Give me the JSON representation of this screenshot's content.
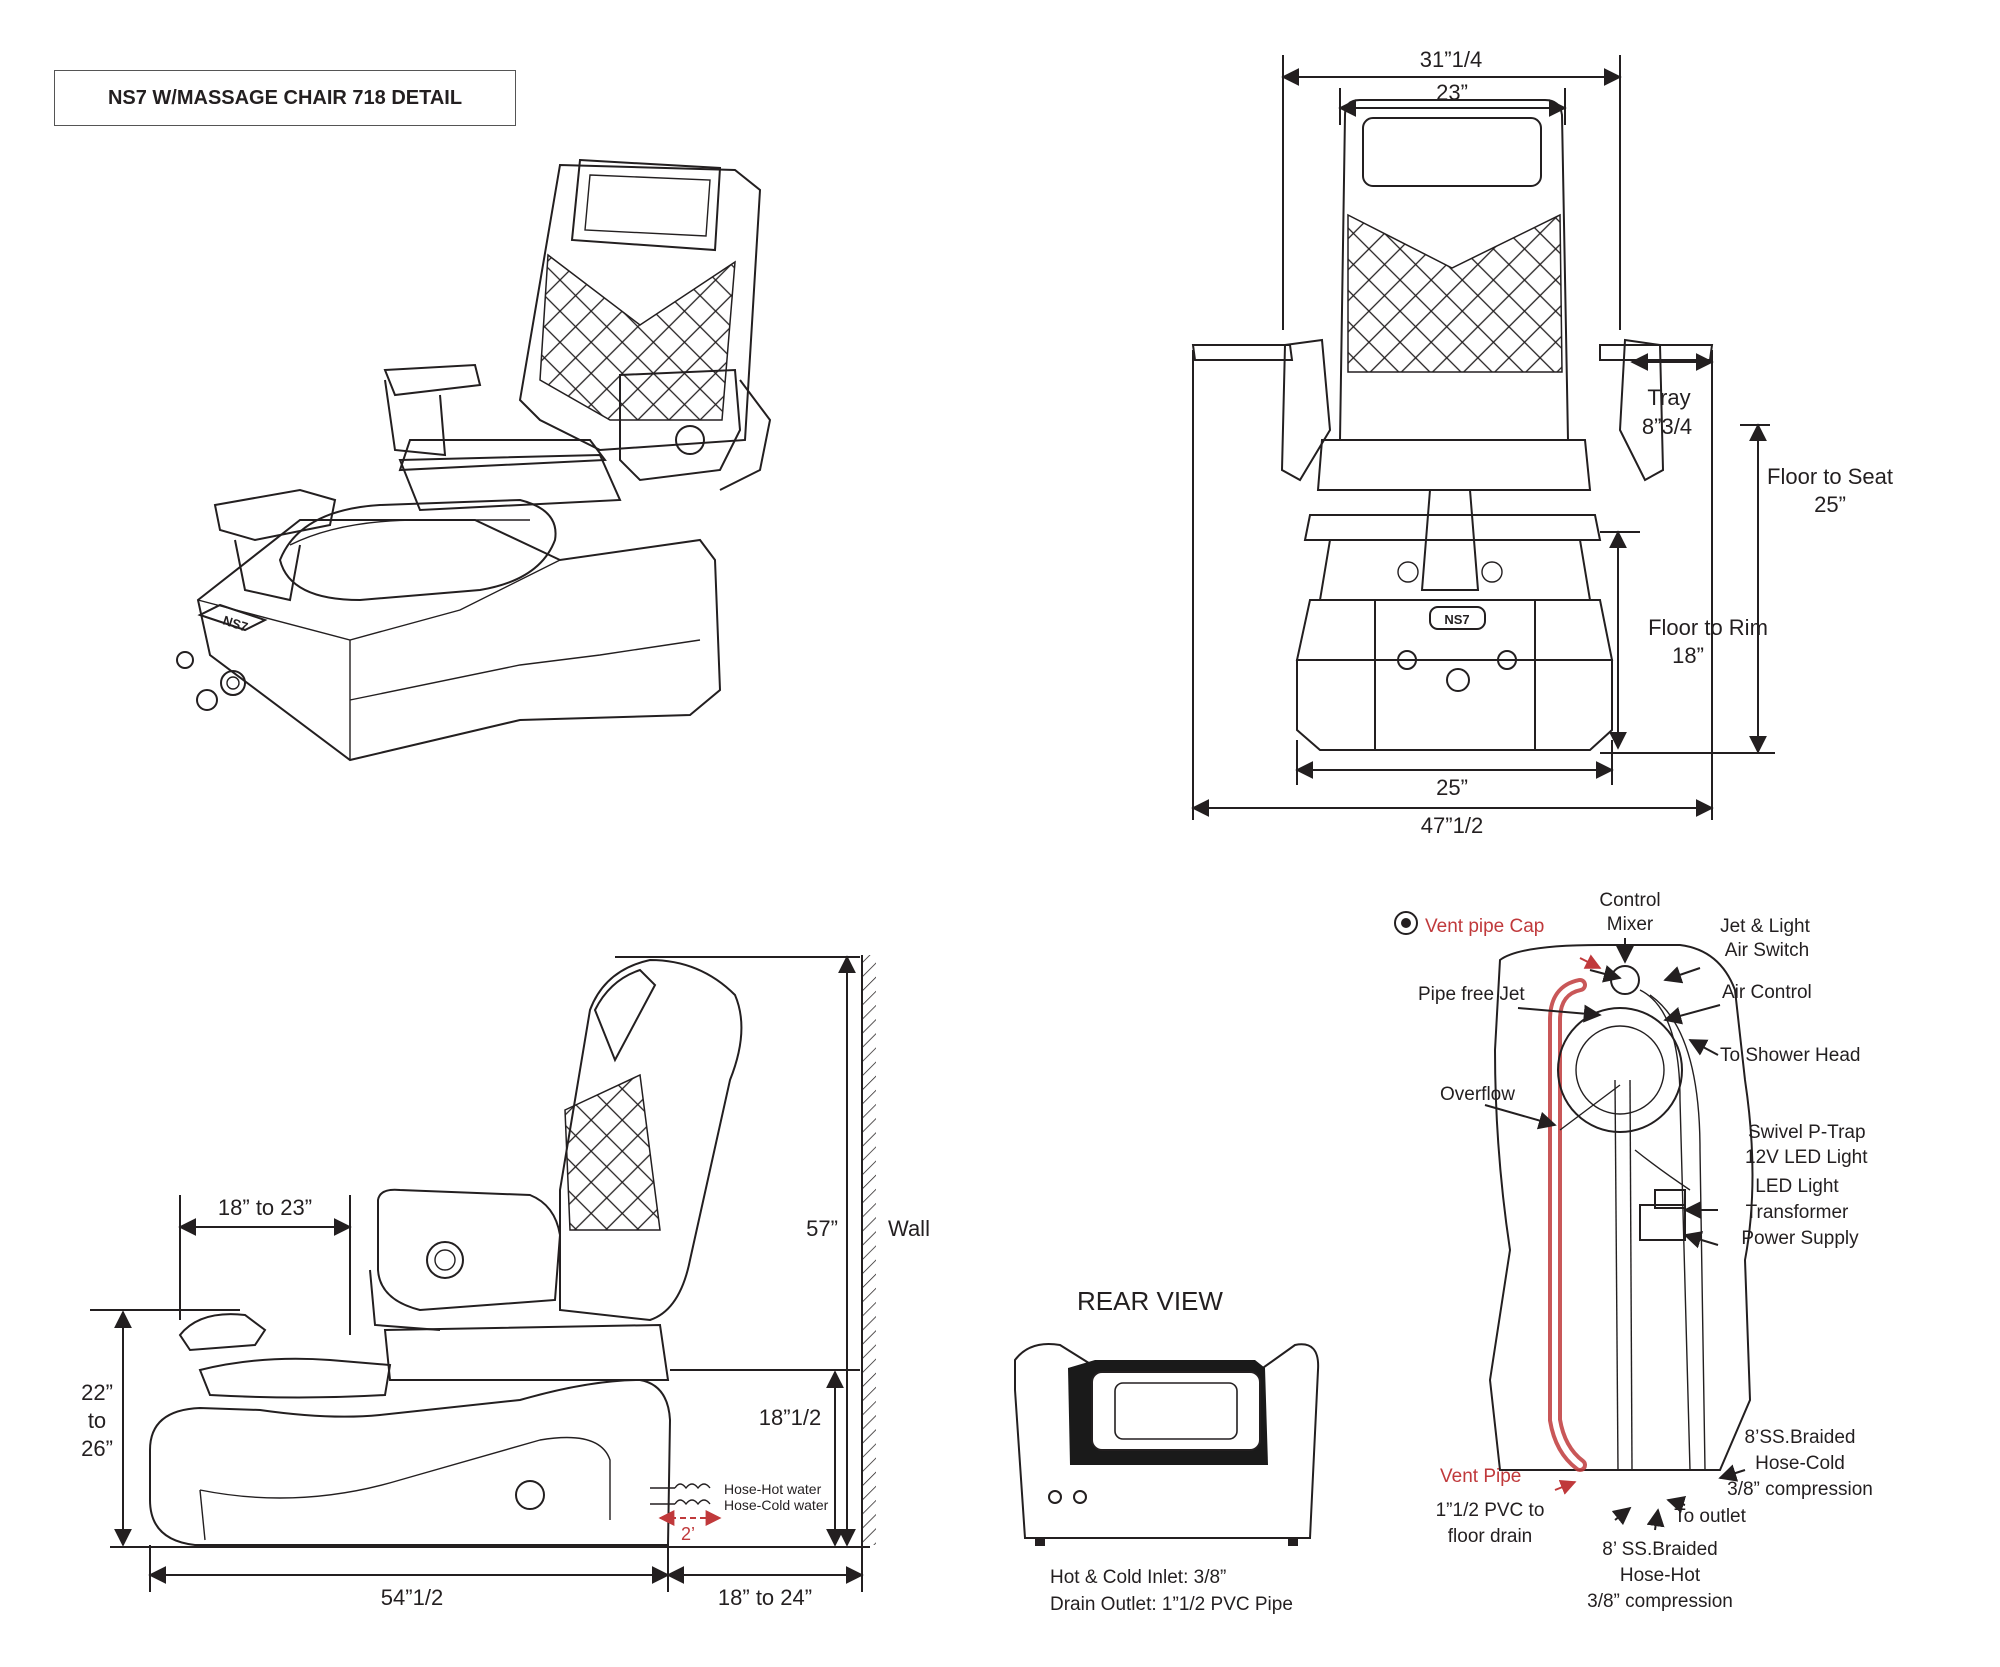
{
  "title": "NS7 W/MASSAGE CHAIR 718 DETAIL",
  "brand_badge": "NS7",
  "front_view": {
    "width_outer": "31”1/4",
    "width_inner": "23”",
    "tray_label": "Tray",
    "tray_value": "8”3/4",
    "floor_to_seat_label": "Floor to Seat",
    "floor_to_seat_value": "25”",
    "floor_to_rim_label": "Floor to Rim",
    "floor_to_rim_value": "18”",
    "base_width": "25”",
    "overall_width": "47”1/2"
  },
  "side_view": {
    "footrest_range": "18” to 23”",
    "height_total": "57”",
    "wall_label": "Wall",
    "footrest_height_top": "22”",
    "footrest_height_mid": "to",
    "footrest_height_bottom": "26”",
    "rim_height": "18”1/2",
    "hose_hot": "Hose-Hot water",
    "hose_cold": "Hose-Cold water",
    "hose_gap": "2’",
    "length": "54”1/2",
    "wall_clearance": "18” to 24”"
  },
  "rear_view": {
    "title": "REAR VIEW",
    "inlet_note": "Hot & Cold Inlet: 3/8”",
    "drain_note": "Drain Outlet: 1”1/2 PVC Pipe"
  },
  "plumbing": {
    "vent_cap": "Vent pipe Cap",
    "control_mixer_1": "Control",
    "control_mixer_2": "Mixer",
    "jet_switch_1": "Jet & Light",
    "jet_switch_2": "Air Switch",
    "pipe_free_jet": "Pipe free Jet",
    "air_control": "Air Control",
    "shower_head": "To Shower Head",
    "overflow": "Overflow",
    "p_trap": "Swivel P-Trap",
    "led_light": "12V LED Light",
    "transformer_1": "LED Light",
    "transformer_2": "Transformer",
    "power_supply": "Power Supply",
    "hose_cold_1": "8’SS.Braided",
    "hose_cold_2": "Hose-Cold",
    "hose_cold_3": "3/8” compression",
    "vent_pipe": "Vent Pipe",
    "pvc_1": "1”1/2 PVC to",
    "pvc_2": "floor drain",
    "to_outlet": "To outlet",
    "hose_hot_1": "8’ SS.Braided",
    "hose_hot_2": "Hose-Hot",
    "hose_hot_3": "3/8” compression"
  },
  "colors": {
    "ink": "#231f20",
    "accent_red": "#c0393b",
    "dark_fill": "#1a1a1a"
  }
}
